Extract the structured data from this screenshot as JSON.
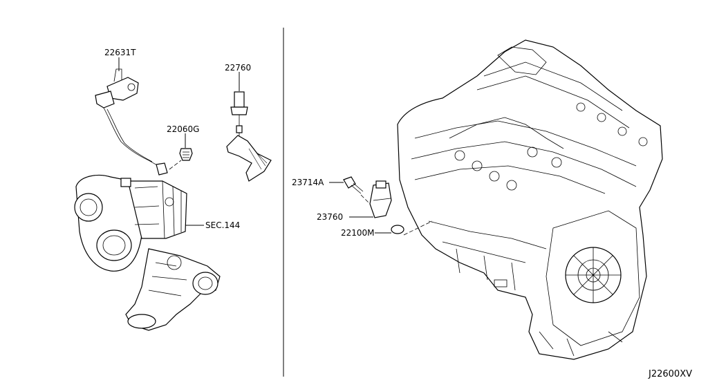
{
  "labels": {
    "p22631T": "22631T",
    "p22760": "22760",
    "p22060G": "22060G",
    "sec144": "SEC.144",
    "p23714A": "23714A",
    "p23760": "23760",
    "p22100M": "22100M",
    "diagram_code": "J22600XV"
  },
  "icons": [
    "turbocharger-icon",
    "engine-block-icon",
    "sensor-icon",
    "bolt-icon",
    "o-ring-icon",
    "bracket-icon"
  ]
}
